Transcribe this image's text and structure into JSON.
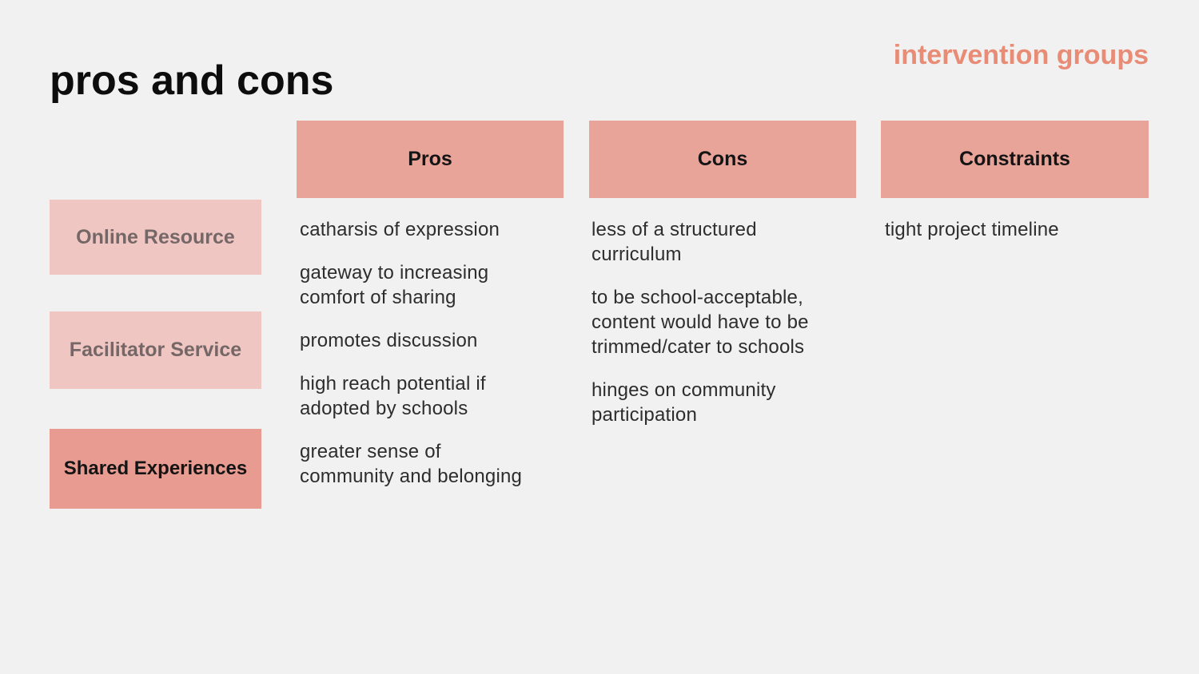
{
  "slide": {
    "title": "pros and cons",
    "tagline": "intervention groups"
  },
  "table": {
    "columns": [
      {
        "label": "Pros",
        "items": [
          "catharsis of expression",
          "gateway to increasing\ncomfort of sharing",
          "promotes discussion",
          "high reach potential if\nadopted by schools",
          "greater sense of\ncommunity and belonging"
        ]
      },
      {
        "label": "Cons",
        "items": [
          "less of a structured\ncurriculum",
          "to be school-acceptable,\ncontent would have to be\ntrimmed/cater to schools",
          "hinges on community\nparticipation"
        ]
      },
      {
        "label": "Constraints",
        "items": [
          "tight project timeline"
        ]
      }
    ],
    "rows": [
      {
        "label": "Online Resource",
        "emphasis": false
      },
      {
        "label": "Facilitator Service",
        "emphasis": false
      },
      {
        "label": "Shared Experiences",
        "emphasis": true
      }
    ]
  },
  "colors": {
    "background": "#F2F1F1",
    "title_text": "#0D0D0D",
    "accent_text": "#E88C76",
    "header_fill": "#E9A49A",
    "header_text": "#141414",
    "row_fill_light": "#EFC6C2",
    "row_text_light": "#756767",
    "row_fill_emphasis": "#E89B90",
    "emphasis_text": "#141414",
    "body_text": "#2D2D2D"
  }
}
